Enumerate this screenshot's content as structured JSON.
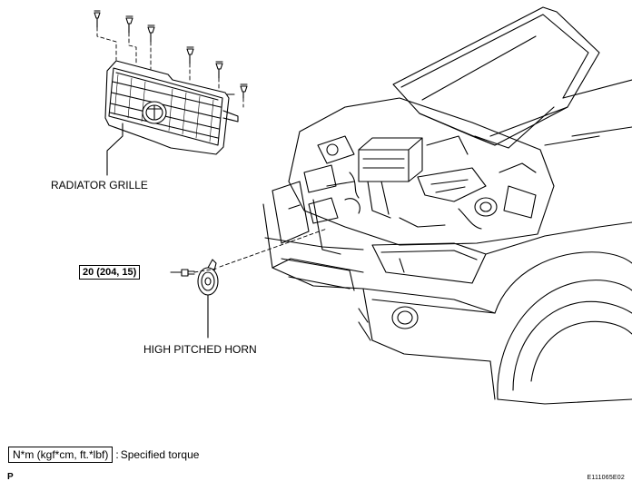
{
  "labels": {
    "radiator_grille": "RADIATOR GRILLE",
    "high_pitched_horn": "HIGH PITCHED HORN"
  },
  "torque": {
    "value": "20 (204, 15)"
  },
  "legend": {
    "unit_label": "N*m (kgf*cm, ft.*lbf)",
    "separator": ":",
    "description": "Specified torque"
  },
  "footer": {
    "page_letter": "P",
    "document_code": "E111065E02"
  },
  "icons": {
    "bolts": [
      "clip-icon",
      "clip-icon",
      "clip-icon",
      "clip-icon",
      "clip-icon",
      "clip-icon"
    ],
    "horn_bolt": "bolt-icon",
    "horn": "horn-icon",
    "grille": "radiator-grille-icon",
    "vehicle": "vehicle-front-icon"
  }
}
